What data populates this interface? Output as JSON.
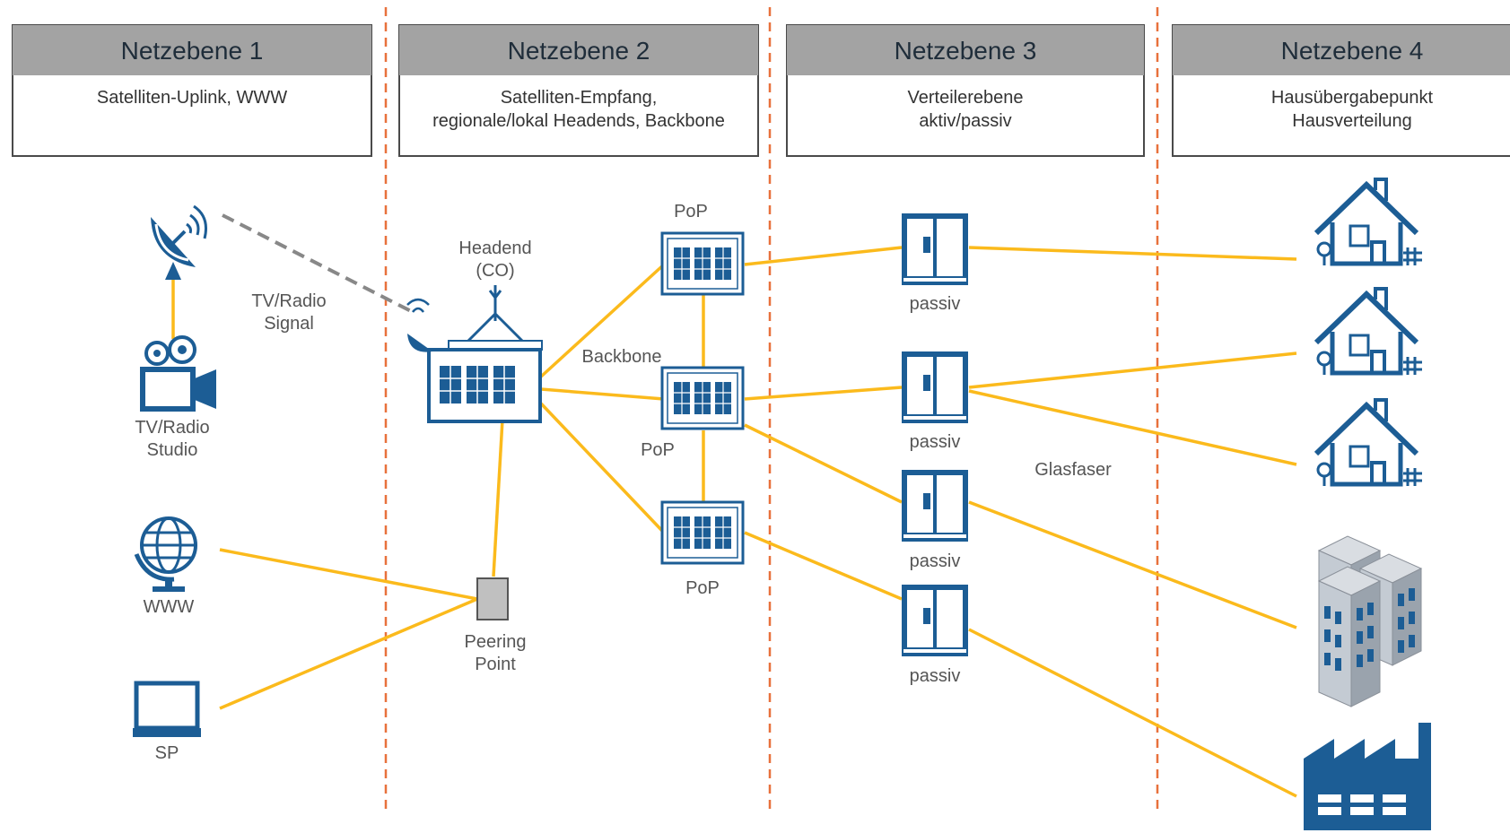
{
  "levels": [
    {
      "title": "Netzebene 1",
      "line1": "Satelliten-Uplink, WWW",
      "line2": ""
    },
    {
      "title": "Netzebene 2",
      "line1": "Satelliten-Empfang,",
      "line2": "regionale/lokal Headends, Backbone"
    },
    {
      "title": "Netzebene 3",
      "line1": "Verteilerebene",
      "line2": "aktiv/passiv"
    },
    {
      "title": "Netzebene 4",
      "line1": "Hausübergabepunkt",
      "line2": "Hausverteilung"
    }
  ],
  "labels": {
    "signal_1": "TV/Radio",
    "signal_2": "Signal",
    "studio_1": "TV/Radio",
    "studio_2": "Studio",
    "www": "WWW",
    "sp": "SP",
    "headend_1": "Headend",
    "headend_2": "(CO)",
    "peering_1": "Peering",
    "peering_2": "Point",
    "backbone": "Backbone",
    "pop_top": "PoP",
    "pop_mid": "PoP",
    "pop_bot": "PoP",
    "passiv_1": "passiv",
    "passiv_2": "passiv",
    "passiv_3": "passiv",
    "passiv_4": "passiv",
    "glasfaser": "Glasfaser"
  },
  "icons": [
    "satellite-dish-icon",
    "camera-icon",
    "globe-icon",
    "laptop-icon",
    "headend-building-icon",
    "server-rack-icon",
    "cabinet-icon",
    "house-icon",
    "office-building-icon",
    "factory-icon"
  ],
  "colors": {
    "connection": "#fbba1c",
    "divider": "#e8713c",
    "icon": "#1c5d95",
    "header": "#a3a3a3"
  }
}
